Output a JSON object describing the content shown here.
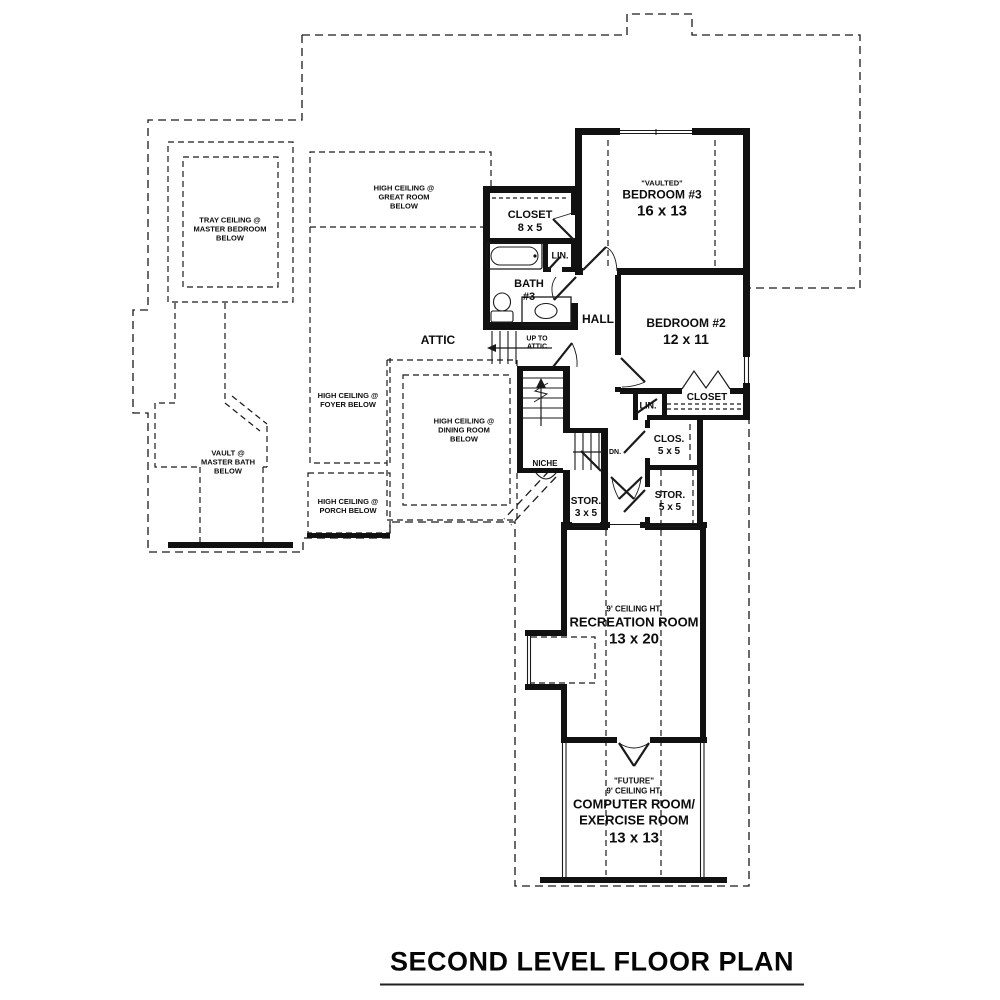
{
  "page": {
    "title": "SECOND LEVEL FLOOR PLAN"
  },
  "labels": {
    "tray_ceiling": "TRAY CEILING @\nMASTER BEDROOM\nBELOW",
    "great_room": "HIGH CEILING @\nGREAT ROOM\nBELOW",
    "closet_8x5": "CLOSET\n8 x 5",
    "bedroom3_tag": "\"VAULTED\"",
    "bedroom3_name": "BEDROOM #3",
    "bedroom3_size": "16 x 13",
    "lin_bath": "LIN.",
    "bath3": "BATH\n#3",
    "hall": "HALL",
    "up_to_attic": "UP TO\nATTIC",
    "attic": "ATTIC",
    "foyer": "HIGH CEILING @\nFOYER BELOW",
    "dining": "HIGH CEILING @\nDINING ROOM\nBELOW",
    "master_bath": "VAULT @\nMASTER BATH\nBELOW",
    "porch": "HIGH CEILING @\nPORCH BELOW",
    "bedroom2_name": "BEDROOM #2",
    "bedroom2_size": "12 x 11",
    "closet_bed2": "CLOSET",
    "lin_bed2": "LIN.",
    "clos_5x5": "CLOS.\n5 x 5",
    "stor_3x5": "STOR.\n3 x 5",
    "stor_5x5": "STOR.\n5 x 5",
    "niche": "NICHE",
    "dn": "DN.",
    "rec_ceiling": "9' CEILING HT.",
    "rec_name": "RECREATION ROOM",
    "rec_size": "13 x 20",
    "comp_tag": "\"FUTURE\"",
    "comp_ceiling": "9' CEILING HT.",
    "comp_name1": "COMPUTER ROOM/",
    "comp_name2": "EXERCISE ROOM",
    "comp_size": "13 x 13"
  },
  "colors": {
    "line": "#111111",
    "background": "#ffffff"
  }
}
